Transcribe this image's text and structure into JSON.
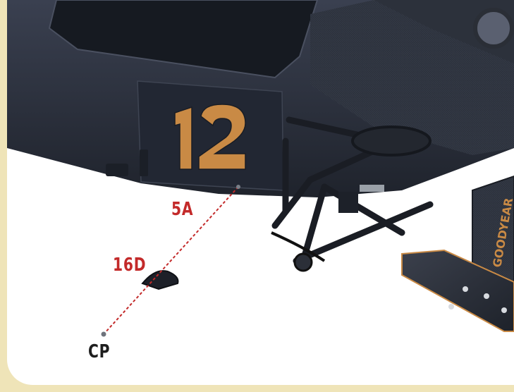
{
  "callouts": {
    "part_5a": "5A",
    "part_16d": "16D",
    "part_cp": "CP"
  },
  "car_number": "12",
  "tyre_brand": "GOODYEAR",
  "colors": {
    "frame": "#efe4b8",
    "panel": "#ffffff",
    "callout_red": "#c32a2a",
    "callout_dark": "#1e1e1e",
    "body_dark": "#2a2f3a",
    "number_gold": "#c98a45"
  },
  "icons": [
    "assembly-guide-line"
  ]
}
